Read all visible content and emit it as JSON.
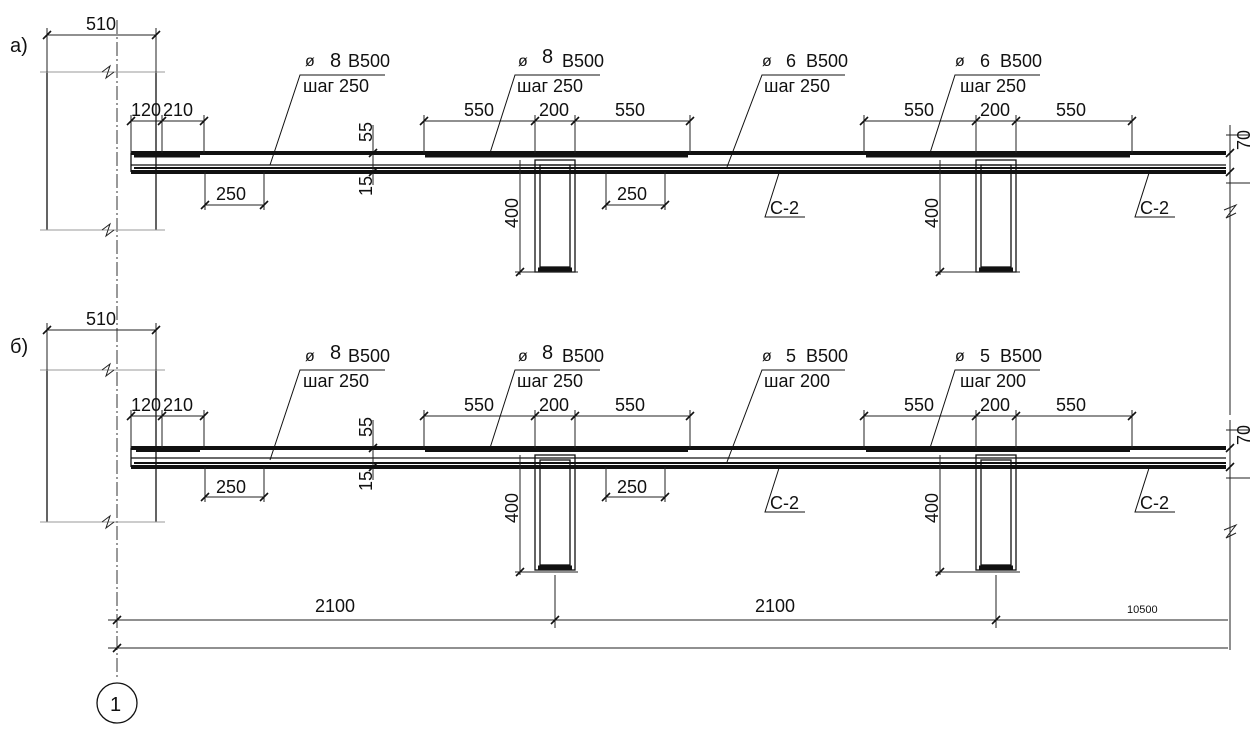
{
  "section_a": {
    "letter": "а)",
    "wall_width": "510",
    "dim_120": "120",
    "dim_210": "210",
    "dim_250_left": "250",
    "dim_55": "55",
    "dim_15": "15",
    "mesh1": {
      "dia_sym": "ø",
      "dia": "8",
      "grade": "B500",
      "step": "шаг 250"
    },
    "mesh2": {
      "dia_sym": "ø",
      "dia": "8",
      "grade": "B500",
      "step": "шаг 250"
    },
    "mesh3": {
      "dia_sym": "ø",
      "dia": "6",
      "grade": "B500",
      "step": "шаг 250"
    },
    "mesh4": {
      "dia_sym": "ø",
      "dia": "6",
      "grade": "B500",
      "step": "шаг 250"
    },
    "rib1": {
      "left": "550",
      "mid": "200",
      "right": "550",
      "height": "400",
      "dim_250": "250"
    },
    "rib2": {
      "left": "550",
      "mid": "200",
      "right": "550",
      "height": "400"
    },
    "mark1": "С-2",
    "mark2": "С-2",
    "slab_thickness": "70"
  },
  "section_b": {
    "letter": "б)",
    "wall_width": "510",
    "dim_120": "120",
    "dim_210": "210",
    "dim_250_left": "250",
    "dim_55": "55",
    "dim_15": "15",
    "mesh1": {
      "dia_sym": "ø",
      "dia": "8",
      "grade": "B500",
      "step": "шаг 250"
    },
    "mesh2": {
      "dia_sym": "ø",
      "dia": "8",
      "grade": "B500",
      "step": "шаг 250"
    },
    "mesh3": {
      "dia_sym": "ø",
      "dia": "5",
      "grade": "B500",
      "step": "шаг 200"
    },
    "mesh4": {
      "dia_sym": "ø",
      "dia": "5",
      "grade": "B500",
      "step": "шаг 200"
    },
    "rib1": {
      "left": "550",
      "mid": "200",
      "right": "550",
      "height": "400",
      "dim_250": "250"
    },
    "rib2": {
      "left": "550",
      "mid": "200",
      "right": "550",
      "height": "400"
    },
    "mark1": "С-2",
    "mark2": "С-2",
    "slab_thickness": "70"
  },
  "bottom": {
    "span1": "2100",
    "span2": "2100",
    "total": "10500",
    "axis_label": "1"
  }
}
